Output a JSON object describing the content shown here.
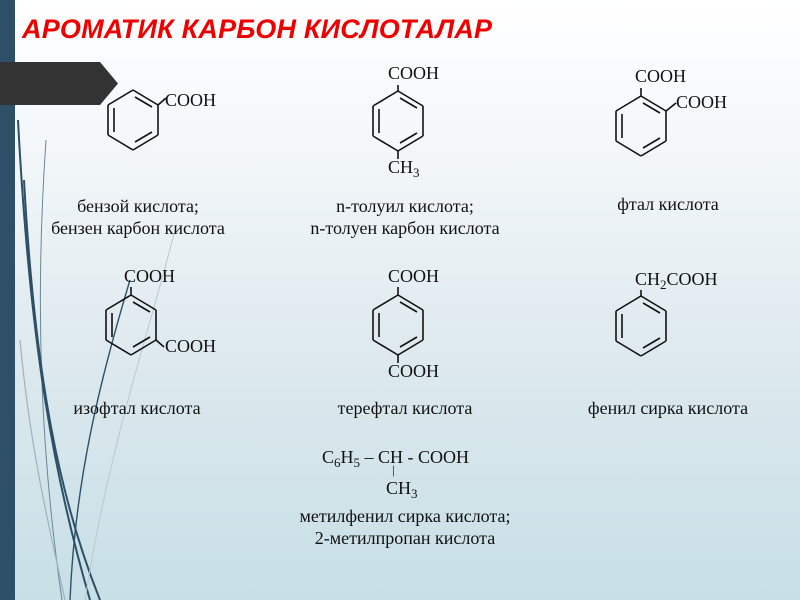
{
  "slide": {
    "title": "АРОМАТИК КАРБОН КИСЛОТАЛАР",
    "title_color": "#ee0000",
    "sidebar_color": "#2d5068",
    "banner_color": "#333333"
  },
  "compounds": [
    {
      "id": "benzoic",
      "substituents": [
        "COOH"
      ],
      "caption": [
        "бензой кислота;",
        "бензен карбон кислота"
      ]
    },
    {
      "id": "p-toluic",
      "substituents": [
        "COOH",
        "CH3"
      ],
      "caption": [
        "n-толуил кислота;",
        "n-толуен карбон кислота"
      ]
    },
    {
      "id": "phthalic",
      "substituents": [
        "COOH",
        "COOH"
      ],
      "caption": [
        "фтал кислота"
      ]
    },
    {
      "id": "isophthalic",
      "substituents": [
        "COOH",
        "COOH"
      ],
      "caption": [
        "изофтал кислота"
      ]
    },
    {
      "id": "terephthalic",
      "substituents": [
        "COOH",
        "COOH"
      ],
      "caption": [
        "терефтал кислота"
      ]
    },
    {
      "id": "phenylacetic",
      "substituents": [
        "CH2COOH"
      ],
      "caption": [
        "фенил сирка кислота"
      ]
    }
  ],
  "formula": {
    "main_prefix": "C",
    "c_sub": "6",
    "h": "H",
    "h_sub": "5",
    "rest": " – CH - COOH",
    "branch_bond": "|",
    "branch": "CH",
    "branch_sub": "3",
    "caption": [
      "метилфенил сирка кислота;",
      "2-метилпропан кислота"
    ]
  },
  "groups": {
    "cooh": "COOH",
    "ch": "CH",
    "ch2": "CH",
    "two": "2",
    "three": "3"
  }
}
